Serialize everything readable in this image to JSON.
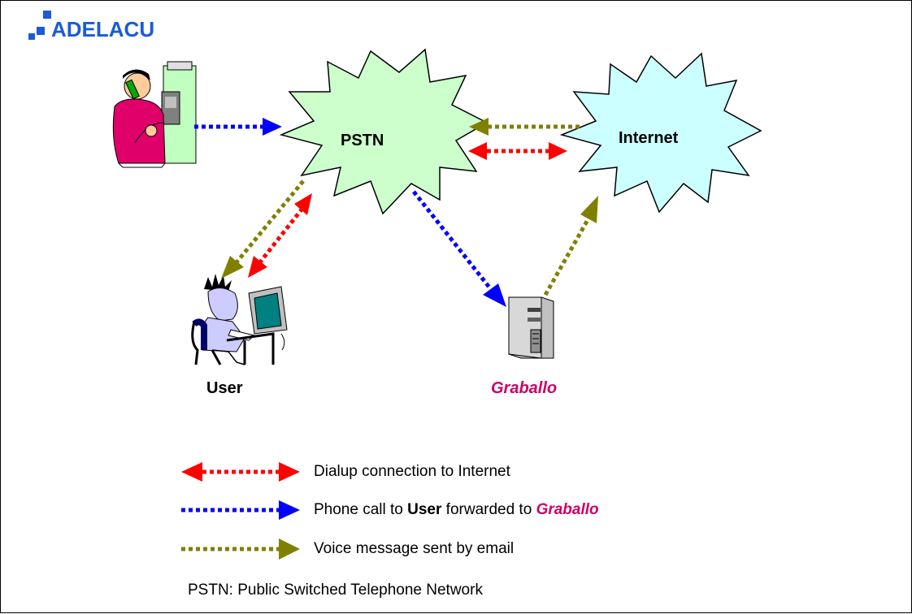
{
  "logo": {
    "text": "ADELACU"
  },
  "nodes": {
    "pstn": "PSTN",
    "internet": "Internet",
    "user": "User",
    "graballo": "Graballo"
  },
  "legend": [
    {
      "type": "dialup",
      "color": "#ff0000",
      "text": "Dialup connection to Internet"
    },
    {
      "type": "phone",
      "color": "#0000ff",
      "prefix": "Phone call to ",
      "bold": "User",
      "middle": " forwarded to ",
      "italic": "Graballo"
    },
    {
      "type": "voice",
      "color": "#808000",
      "text": "Voice message sent by email"
    }
  ],
  "footnote": "PSTN: Public Switched Telephone Network",
  "colors": {
    "logo": "#1a5bd8",
    "pstn_fill": "#ccffcc",
    "internet_fill": "#ccffff",
    "graballo_text": "#cc0066",
    "dialup": "#ff0000",
    "phone": "#0000ff",
    "voice": "#808000"
  }
}
